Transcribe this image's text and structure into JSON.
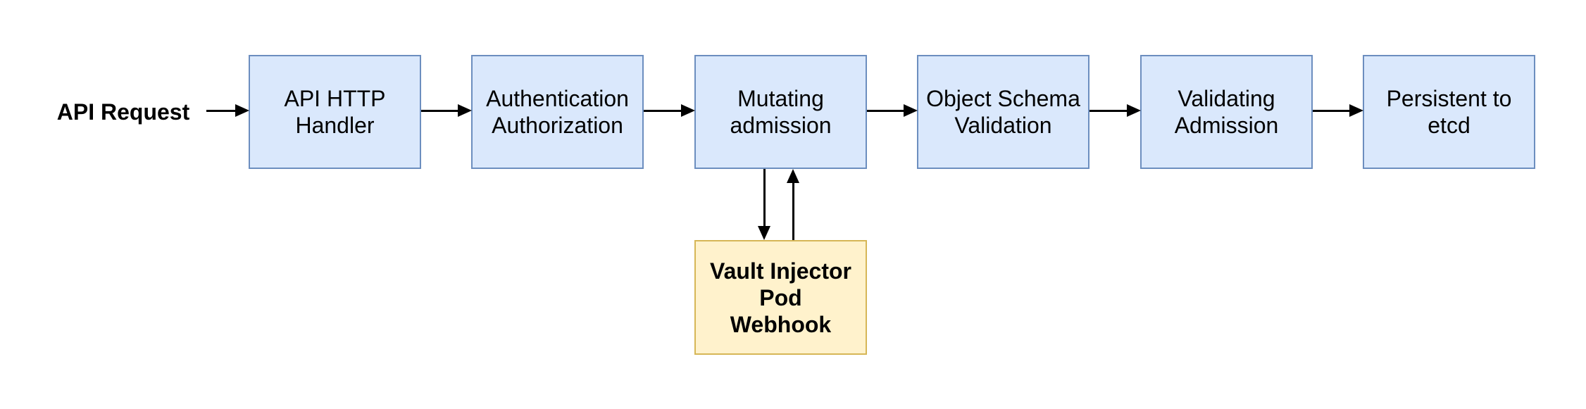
{
  "diagram": {
    "start_label": "API Request",
    "nodes": [
      {
        "id": "api-http-handler",
        "label": "API HTTP\nHandler"
      },
      {
        "id": "authentication-authorization",
        "label": "Authentication\nAuthorization"
      },
      {
        "id": "mutating-admission",
        "label": "Mutating\nadmission"
      },
      {
        "id": "object-schema-validation",
        "label": "Object Schema\nValidation"
      },
      {
        "id": "validating-admission",
        "label": "Validating\nAdmission"
      },
      {
        "id": "persistent-to-etcd",
        "label": "Persistent to\netcd"
      }
    ],
    "webhook_node": {
      "id": "vault-injector-pod-webhook",
      "label": "Vault Injector\nPod\nWebhook"
    },
    "edges": [
      {
        "from": "API Request",
        "to": "API HTTP Handler"
      },
      {
        "from": "API HTTP Handler",
        "to": "Authentication Authorization"
      },
      {
        "from": "Authentication Authorization",
        "to": "Mutating admission"
      },
      {
        "from": "Mutating admission",
        "to": "Object Schema Validation"
      },
      {
        "from": "Object Schema Validation",
        "to": "Validating Admission"
      },
      {
        "from": "Validating Admission",
        "to": "Persistent to etcd"
      },
      {
        "from": "Mutating admission",
        "to": "Vault Injector Pod Webhook"
      },
      {
        "from": "Vault Injector Pod Webhook",
        "to": "Mutating admission"
      }
    ],
    "colors": {
      "process_fill": "#dae8fc",
      "process_border": "#6c8ebf",
      "webhook_fill": "#fff2cc",
      "webhook_border": "#d6b656",
      "arrow": "#000000",
      "text": "#000000",
      "background": "#ffffff"
    }
  }
}
